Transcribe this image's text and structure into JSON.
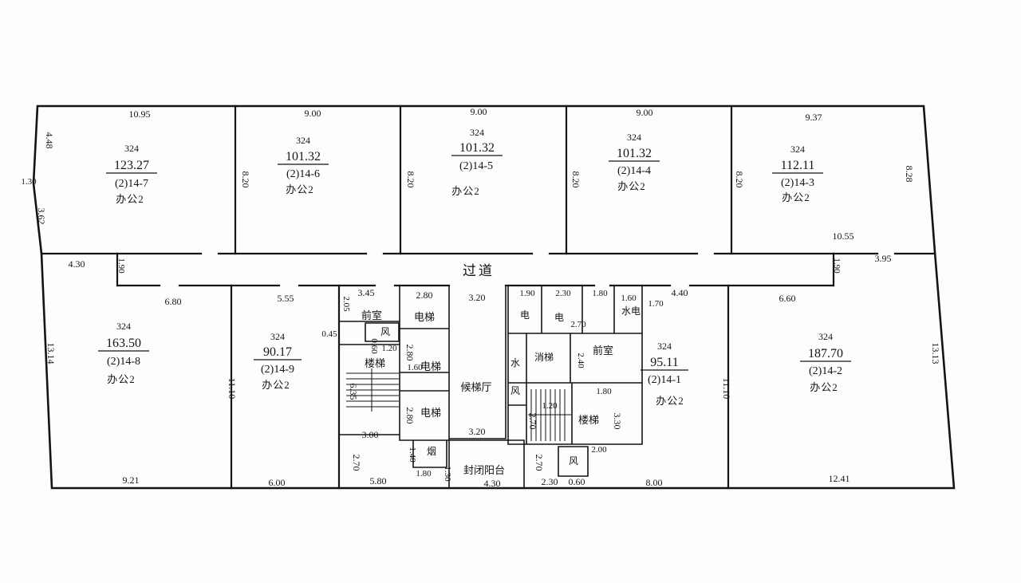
{
  "units": {
    "u14_7": {
      "code": "324",
      "area": "123.27",
      "no": "(2)14-7",
      "use": "办公2"
    },
    "u14_6": {
      "code": "324",
      "area": "101.32",
      "no": "(2)14-6",
      "use": "办公2"
    },
    "u14_5": {
      "code": "324",
      "area": "101.32",
      "no": "(2)14-5",
      "use": "办公2"
    },
    "u14_4": {
      "code": "324",
      "area": "101.32",
      "no": "(2)14-4",
      "use": "办公2"
    },
    "u14_3": {
      "code": "324",
      "area": "112.11",
      "no": "(2)14-3",
      "use": "办公2"
    },
    "u14_8": {
      "code": "324",
      "area": "163.50",
      "no": "(2)14-8",
      "use": "办公2"
    },
    "u14_9": {
      "code": "324",
      "area": "90.17",
      "no": "(2)14-9",
      "use": "办公2"
    },
    "u14_1": {
      "code": "324",
      "area": "95.11",
      "no": "(2)14-1",
      "use": "办公2"
    },
    "u14_2": {
      "code": "324",
      "area": "187.70",
      "no": "(2)14-2",
      "use": "办公2"
    }
  },
  "rooms": {
    "corridor": "过道",
    "front_room": "前室",
    "elevator": "电梯",
    "vent": "风",
    "stair": "楼梯",
    "lobby": "候梯厅",
    "smoke": "烟",
    "balcony": "封闭阳台",
    "electric": "电",
    "water_electric": "水电",
    "water": "水",
    "fire_elevator": "消梯"
  },
  "dims": {
    "top_14_7": "10.95",
    "top_14_6": "9.00",
    "top_14_5": "9.00",
    "top_14_4": "9.00",
    "top_14_3": "9.37",
    "left_4_48": "4.48",
    "left_1_30": "1.30",
    "left_3_62": "3.62",
    "left_13_14": "13.14",
    "right_8_28": "8.28",
    "right_13_13": "13.13",
    "wall_8_20_a": "8.20",
    "wall_8_20_b": "8.20",
    "wall_8_20_c": "8.20",
    "wall_8_20_d": "8.20",
    "inner_10_55": "10.55",
    "right_3_95": "3.95",
    "corr_4_30": "4.30",
    "corr_1_90_l": "1.90",
    "corr_1_90_r": "1.90",
    "corr_6_80": "6.80",
    "corr_6_60": "6.60",
    "top_14_9": "5.55",
    "wall_11_10_l": "11.10",
    "wall_11_10_r": "11.10",
    "bot_14_8": "9.21",
    "bot_14_9": "6.00",
    "bot_14_1": "8.00",
    "bot_14_2": "12.41",
    "core_3_45": "3.45",
    "core_2_05": "2.05",
    "core_2_80_w": "2.80",
    "core_3_20_t": "3.20",
    "core_0_45": "0.45",
    "core_0_60": "0.60",
    "core_1_20_l": "1.20",
    "core_2_80_h1": "2.80",
    "core_1_60_l": "1.60",
    "core_6_35": "6.35",
    "core_2_80_h2": "2.80",
    "core_3_00": "3.00",
    "core_3_20_b": "3.20",
    "core_2_70_bl": "2.70",
    "core_1_40": "1.40",
    "core_1_80_smoke": "1.80",
    "core_1_30": "1.30",
    "core_5_80": "5.80",
    "core_4_30": "4.30",
    "rcore_1_90": "1.90",
    "rcore_2_30": "2.30",
    "rcore_1_80_t": "1.80",
    "rcore_2_70_t": "2.70",
    "rcore_1_60": "1.60",
    "rcore_1_70": "1.70",
    "rcore_4_40": "4.40",
    "rcore_2_40": "2.40",
    "rcore_1_80_m": "1.80",
    "rcore_1_20": "1.20",
    "rcore_2_70_s": "2.70",
    "rcore_3_30": "3.30",
    "rcore_2_00": "2.00",
    "rcore_2_70_b": "2.70",
    "rcore_2_30_b": "2.30",
    "rcore_0_60": "0.60"
  }
}
